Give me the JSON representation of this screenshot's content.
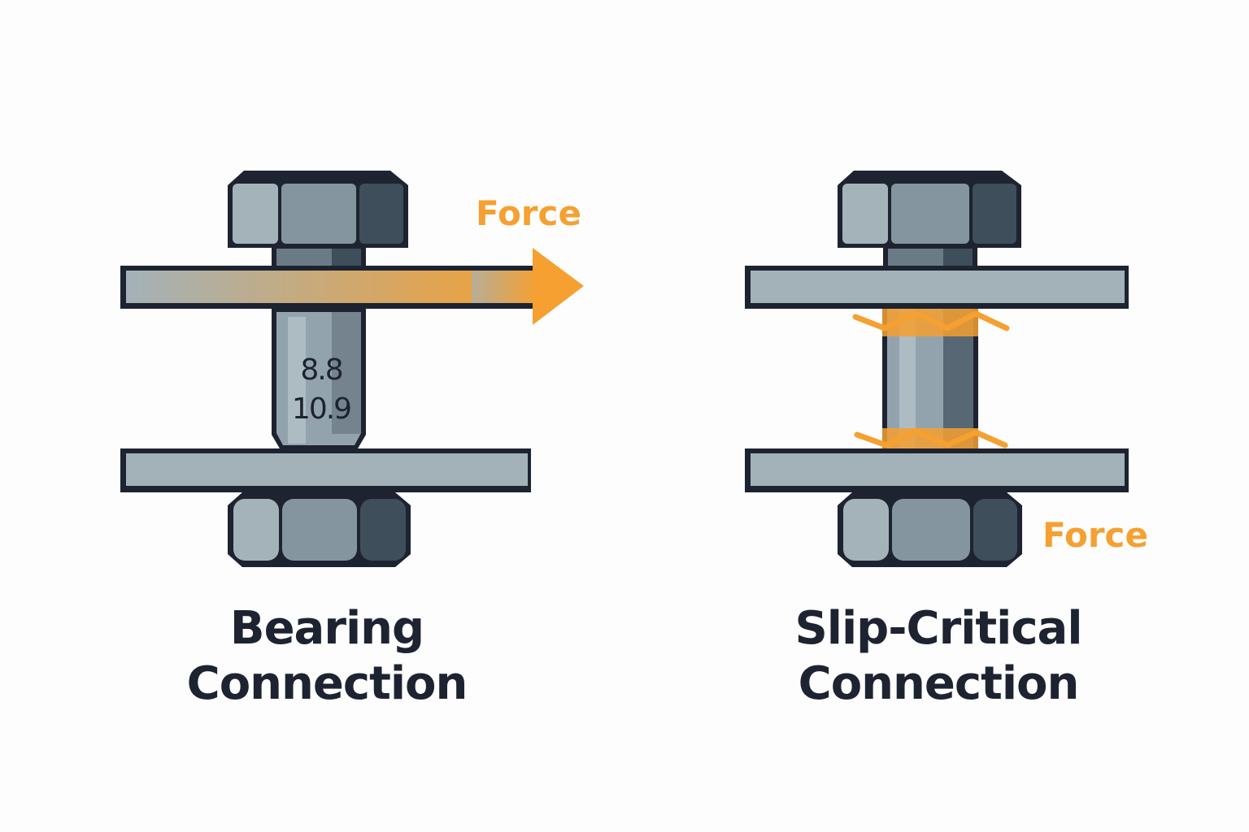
{
  "diagrams": [
    {
      "id": "bearing",
      "title_line1": "Bearing",
      "title_line2": "Connection",
      "force_label": "Force",
      "bolt_grades": [
        "8.8",
        "10.9"
      ]
    },
    {
      "id": "slip-critical",
      "title_line1": "Slip-Critical",
      "title_line2": "Connection",
      "force_label": "Force"
    }
  ],
  "colors": {
    "outline": "#1d2330",
    "plate": "#a3b2b8",
    "bolt_light": "#a4b3ba",
    "bolt_mid": "#8595a0",
    "bolt_dark": "#3e4e5a",
    "accent": "#f5a030"
  }
}
